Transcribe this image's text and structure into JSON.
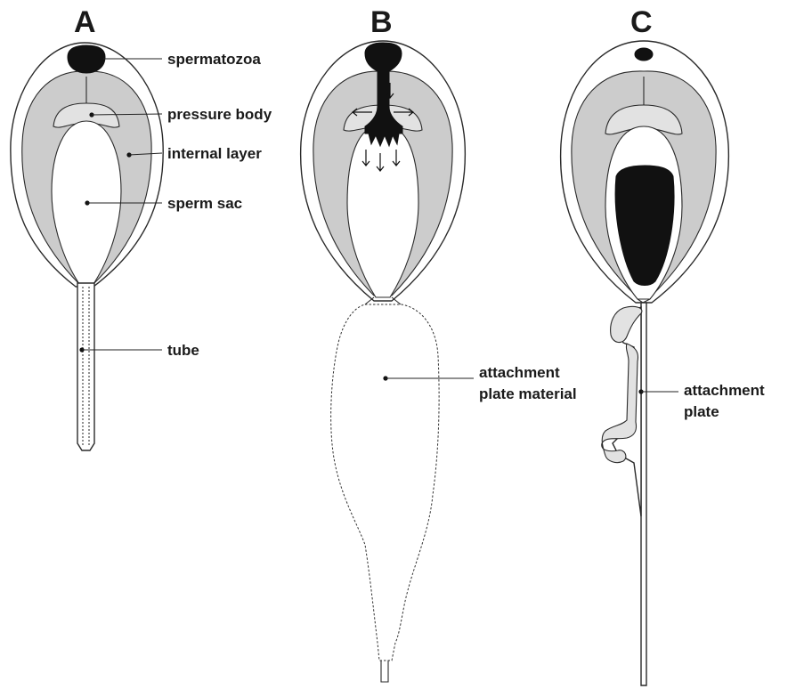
{
  "panels": {
    "a": {
      "letter": "A"
    },
    "b": {
      "letter": "B"
    },
    "c": {
      "letter": "C"
    }
  },
  "labels": {
    "spermatozoa": "spermatozoa",
    "pressure_body": "pressure body",
    "internal_layer": "internal layer",
    "sperm_sac": "sperm sac",
    "tube": "tube",
    "attachment_plate_material_line1": "attachment",
    "attachment_plate_material_line2": "plate material",
    "attachment_plate_line1": "attachment",
    "attachment_plate_line2": "plate"
  },
  "colors": {
    "internal_layer_fill": "#cccccc",
    "pressure_body_fill": "#e2e2e2",
    "spermatozoa_fill": "#111111"
  }
}
